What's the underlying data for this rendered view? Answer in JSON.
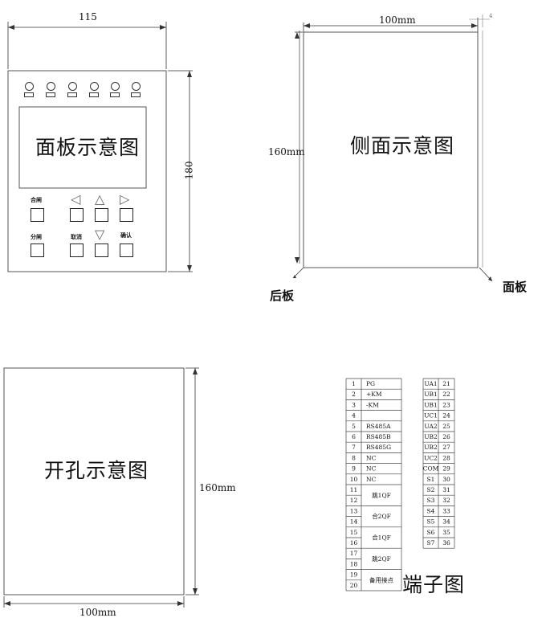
{
  "front_panel": {
    "width_label": "115",
    "height_label": "180",
    "screen_label": "面板示意图",
    "buttons": {
      "close_label": "合闸",
      "open_label": "分闸",
      "cancel_label": "取消",
      "confirm_label": "确认"
    },
    "arrows": {
      "left": "◁",
      "up": "△",
      "right": "▷",
      "down": "▽"
    }
  },
  "side_view": {
    "width_label": "100mm",
    "top_offset_label": "4",
    "height_label": "160mm",
    "title": "侧面示意图",
    "rear_label": "后板",
    "front_label": "面板"
  },
  "cutout": {
    "title": "开孔示意图",
    "height_label": "160mm",
    "width_label": "100mm"
  },
  "terminals": {
    "title": "端子图",
    "left": [
      {
        "n": "1",
        "s": "PG"
      },
      {
        "n": "2",
        "s": "+KM"
      },
      {
        "n": "3",
        "s": "-KM"
      },
      {
        "n": "4",
        "s": ""
      },
      {
        "n": "5",
        "s": "RS485A"
      },
      {
        "n": "6",
        "s": "RS485B"
      },
      {
        "n": "7",
        "s": "RS485G"
      },
      {
        "n": "8",
        "s": "NC"
      },
      {
        "n": "9",
        "s": "NC"
      },
      {
        "n": "10",
        "s": "NC"
      },
      {
        "n": "11",
        "s": ""
      },
      {
        "n": "12",
        "s": ""
      },
      {
        "n": "13",
        "s": ""
      },
      {
        "n": "14",
        "s": ""
      },
      {
        "n": "15",
        "s": ""
      },
      {
        "n": "16",
        "s": ""
      },
      {
        "n": "17",
        "s": ""
      },
      {
        "n": "18",
        "s": ""
      },
      {
        "n": "19",
        "s": ""
      },
      {
        "n": "20",
        "s": ""
      }
    ],
    "merged": [
      "跳1QF",
      "合2QF",
      "合1QF",
      "跳2QF",
      "备用接点"
    ],
    "right": [
      {
        "s": "UA1",
        "n": "21"
      },
      {
        "s": "UB1",
        "n": "22"
      },
      {
        "s": "UB1",
        "n": "23"
      },
      {
        "s": "UC1",
        "n": "24"
      },
      {
        "s": "UA2",
        "n": "25"
      },
      {
        "s": "UB2",
        "n": "26"
      },
      {
        "s": "UB2",
        "n": "27"
      },
      {
        "s": "UC2",
        "n": "28"
      },
      {
        "s": "COM",
        "n": "29"
      },
      {
        "s": "S1",
        "n": "30"
      },
      {
        "s": "S2",
        "n": "31"
      },
      {
        "s": "S3",
        "n": "32"
      },
      {
        "s": "S4",
        "n": "33"
      },
      {
        "s": "S5",
        "n": "34"
      },
      {
        "s": "S6",
        "n": "35"
      },
      {
        "s": "S7",
        "n": "36"
      }
    ]
  }
}
